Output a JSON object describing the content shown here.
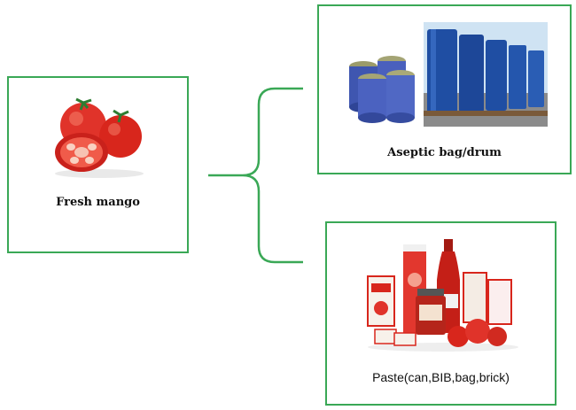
{
  "nodes": {
    "source": {
      "label": "Fresh mango",
      "icon": "tomatoes-image"
    },
    "output_top": {
      "label": "Aseptic bag/drum",
      "icon": "drums-image"
    },
    "output_bottom": {
      "label": "Paste(can,BIB,bag,brick)",
      "icon": "tomato-paste-products-image"
    }
  },
  "colors": {
    "box_border": "#3aa856",
    "connector": "#3aa856",
    "tomato_red": "#d8261c",
    "drum_blue": "#1f4ea3"
  }
}
